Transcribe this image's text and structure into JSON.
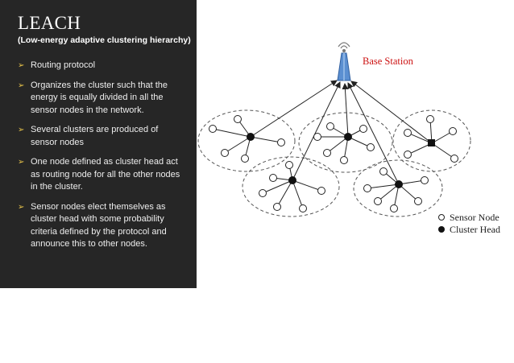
{
  "slide": {
    "title": "LEACH",
    "subtitle": "(Low-energy  adaptive clustering  hierarchy)",
    "bullets": [
      "Routing protocol",
      "Organizes the cluster such that the energy is equally divided in all the sensor nodes in the network.",
      "Several clusters are produced of sensor nodes",
      "One node defined as cluster head act as routing node for all the other nodes in the cluster.",
      "Sensor nodes elect themselves as cluster head with some probability criteria defined by the protocol and announce this to other nodes."
    ]
  },
  "diagram": {
    "base_station_label": "Base Station",
    "legend": {
      "sensor_node": "Sensor Node",
      "cluster_head": "Cluster Head"
    },
    "colors": {
      "base_station_label": "#cc1111",
      "tower": "#5b8fd1",
      "panel_bg": "#262626",
      "bullet_arrow": "#e6c24a"
    }
  }
}
